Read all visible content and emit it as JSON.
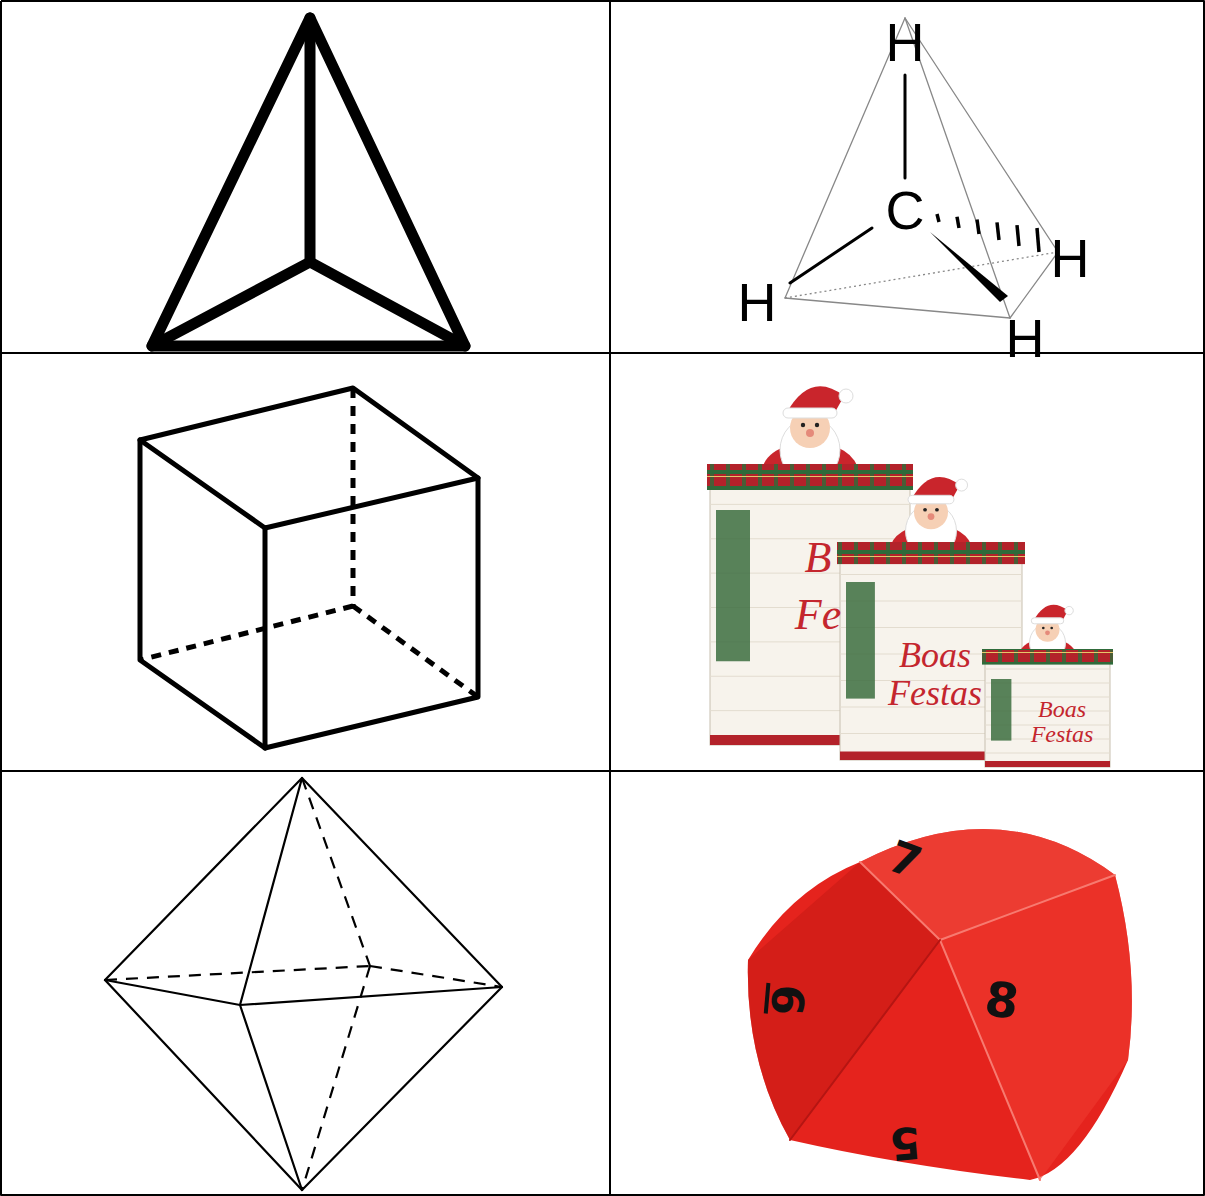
{
  "diagram": {
    "labels": [
      "H",
      "C",
      "H",
      "H",
      "H",
      "B",
      "Fe",
      "Boas Festas",
      "Boas Festas",
      "7",
      "6",
      "8",
      "5"
    ]
  }
}
